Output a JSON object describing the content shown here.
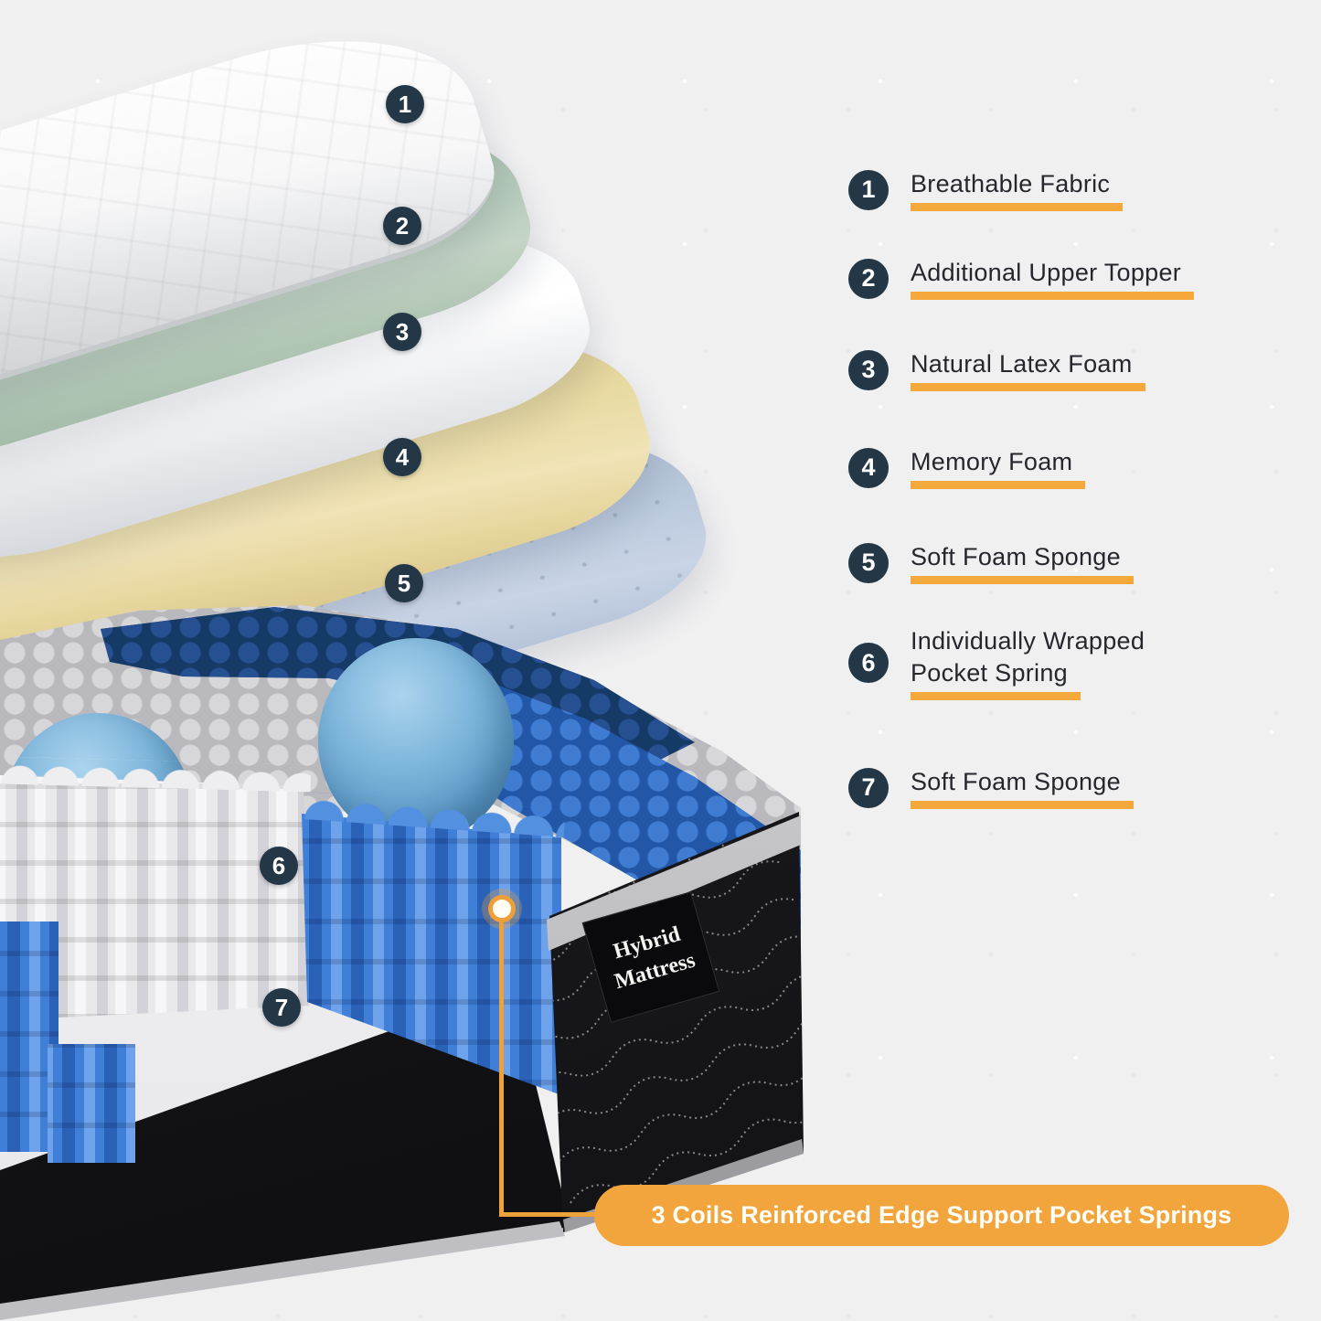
{
  "legend": {
    "items": [
      {
        "number": "1",
        "line1": "Breathable Fabric",
        "line2": ""
      },
      {
        "number": "2",
        "line1": "Additional Upper Topper",
        "line2": ""
      },
      {
        "number": "3",
        "line1": "Natural Latex Foam",
        "line2": ""
      },
      {
        "number": "4",
        "line1": "Memory Foam",
        "line2": ""
      },
      {
        "number": "5",
        "line1": "Soft Foam Sponge",
        "line2": ""
      },
      {
        "number": "6",
        "line1": "Individually Wrapped",
        "line2": "Pocket Spring"
      },
      {
        "number": "7",
        "line1": "Soft Foam Sponge",
        "line2": ""
      }
    ]
  },
  "banner": {
    "text": "3 Coils Reinforced Edge Support Pocket Springs"
  },
  "tag": {
    "line1": "Hybrid",
    "line2": "Mattress"
  },
  "colors": {
    "accent_orange": "#F2A43D",
    "marker_navy": "#233746"
  }
}
